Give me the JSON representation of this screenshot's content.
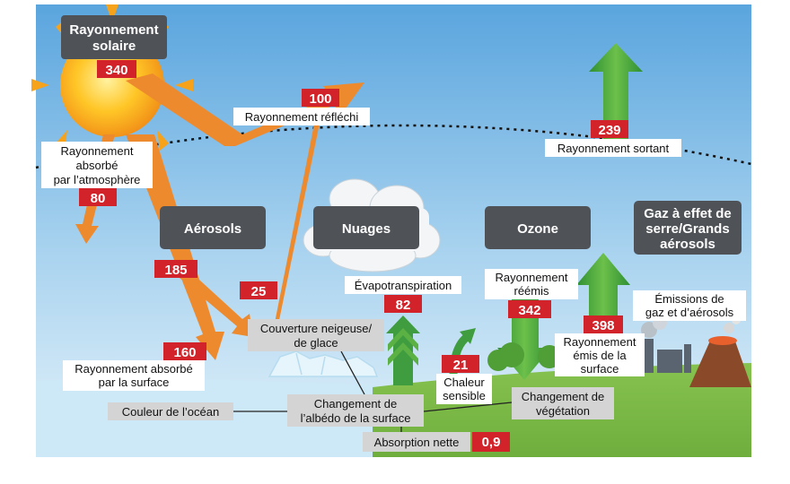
{
  "colors": {
    "sky_top": "#5aa5de",
    "sky_bottom": "#d9ecf7",
    "orange_arrow": "#ee8a2e",
    "green_arrow": "#3f9d3f",
    "value_box": "#d2232a",
    "dark_box": "#4f5358",
    "grey_box": "#d4d4d4",
    "land": "#7dbb4a",
    "ocean": "#c9e6f5"
  },
  "solar": {
    "title_line1": "Rayonnement",
    "title_line2": "solaire",
    "value": "340"
  },
  "reflected": {
    "label": "Rayonnement réfléchi",
    "value": "100"
  },
  "absorbed_atmosphere": {
    "line1": "Rayonnement",
    "line2": "absorbé",
    "line3": "par l’atmosphère",
    "value": "80"
  },
  "outgoing": {
    "label": "Rayonnement sortant",
    "value": "239"
  },
  "boxes": {
    "aerosols": "Aérosols",
    "clouds": "Nuages",
    "ozone": "Ozone",
    "ghg_line1": "Gaz à effet de",
    "ghg_line2": "serre/Grands",
    "ghg_line3": "aérosols"
  },
  "values": {
    "v185": "185",
    "v25": "25",
    "v160": "160"
  },
  "surface_absorbed": {
    "line1": "Rayonnement absorbé",
    "line2": "par la surface"
  },
  "snow": {
    "line1": "Couverture neigeuse/",
    "line2": "de glace"
  },
  "evapotranspiration": {
    "label": "Évapotranspiration",
    "value": "82"
  },
  "reemitted": {
    "line1": "Rayonnement",
    "line2": "réémis",
    "value": "342"
  },
  "emissions": {
    "line1": "Émissions de",
    "line2": "gaz et d’aérosols"
  },
  "surface_emitted": {
    "value": "398",
    "line1": "Rayonnement",
    "line2": "émis de la",
    "line3": "surface"
  },
  "sensible_heat": {
    "value": "21",
    "line1": "Chaleur",
    "line2": "sensible"
  },
  "ocean_colour": "Couleur de l’océan",
  "albedo": {
    "line1": "Changement de",
    "line2": "l’albédo de la surface"
  },
  "vegetation": {
    "line1": "Changement de",
    "line2": "végétation"
  },
  "net_absorption": {
    "label": "Absorption nette",
    "value": "0,9"
  }
}
